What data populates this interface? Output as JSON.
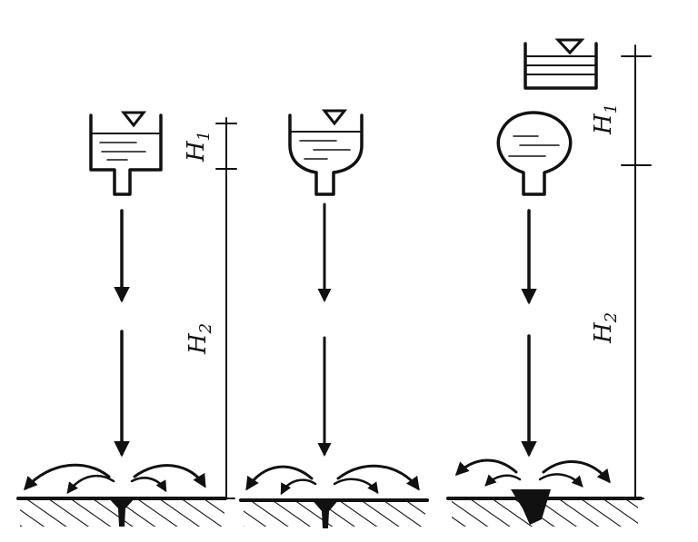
{
  "labels": {
    "h1_left": "H",
    "h1_left_sub": "1",
    "h2_left": "H",
    "h2_left_sub": "2",
    "h1_right": "H",
    "h1_right_sub": "1",
    "h2_right": "H",
    "h2_right_sub": "2"
  },
  "colors": {
    "ink": "#111111",
    "paper": "#ffffff"
  },
  "figures": [
    {
      "vessel": "cylindrical-tank-with-nozzle"
    },
    {
      "vessel": "rounded-bowl-with-nozzle"
    },
    {
      "vessel": "spherical-flask-with-nozzle-fed-by-separate-tank"
    }
  ]
}
